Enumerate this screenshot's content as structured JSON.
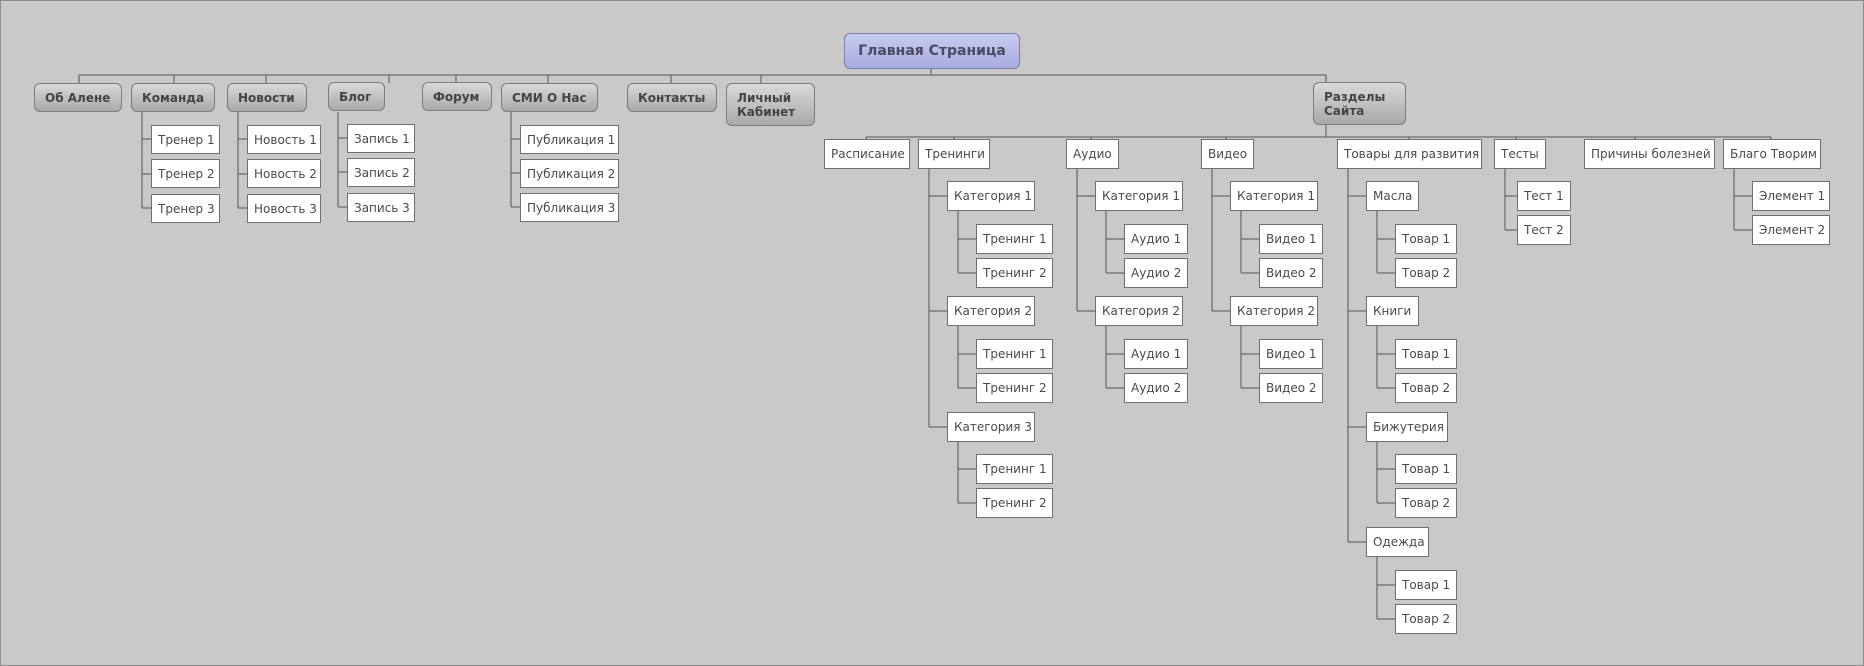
{
  "root": "Главная Страница",
  "main": {
    "about": "Об Алене",
    "team": "Команда",
    "news": "Новости",
    "blog": "Блог",
    "forum": "Форум",
    "smi": "СМИ О Нас",
    "contacts": "Контакты",
    "cabinet": "Личный Кабинет",
    "sections": "Разделы Сайта"
  },
  "team_items": [
    "Тренер 1",
    "Тренер 2",
    "Тренер 3"
  ],
  "news_items": [
    "Новость 1",
    "Новость 2",
    "Новость 3"
  ],
  "blog_items": [
    "Запись 1",
    "Запись 2",
    "Запись 3"
  ],
  "smi_items": [
    "Публикация 1",
    "Публикация 2",
    "Публикация 3"
  ],
  "sections": {
    "schedule": "Расписание",
    "trainings": "Тренинги",
    "audio": "Аудио",
    "video": "Видео",
    "goods": "Товары для развития",
    "tests": "Тесты",
    "causes": "Причины болезней",
    "charity": "Благо Творим"
  },
  "trainings": {
    "cat1": "Категория 1",
    "cat2": "Категория 2",
    "cat3": "Категория 3",
    "items": [
      "Тренинг 1",
      "Тренинг 2"
    ]
  },
  "audio": {
    "cat1": "Категория 1",
    "cat2": "Категория 2",
    "items": [
      "Аудио 1",
      "Аудио 2"
    ]
  },
  "video": {
    "cat1": "Категория 1",
    "cat2": "Категория 2",
    "items": [
      "Видео 1",
      "Видео 2"
    ]
  },
  "goods": {
    "oils": "Масла",
    "books": "Книги",
    "jewelry": "Бижутерия",
    "clothes": "Одежда",
    "items": [
      "Товар 1",
      "Товар 2"
    ]
  },
  "tests_items": [
    "Тест 1",
    "Тест 2"
  ],
  "charity_items": [
    "Элемент 1",
    "Элемент 2"
  ]
}
